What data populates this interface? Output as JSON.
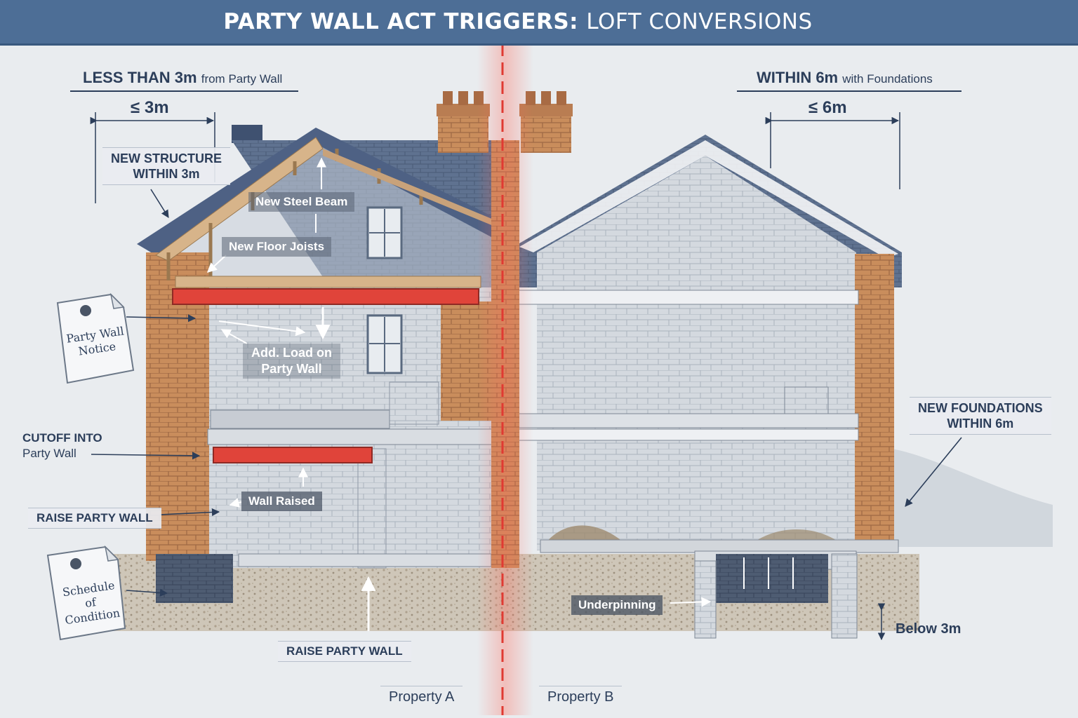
{
  "header": {
    "title_bold": "PARTY WALL ACT TRIGGERS:",
    "title_light": "LOFT CONVERSIONS"
  },
  "left_rule": {
    "heading_big": "LESS THAN 3m",
    "heading_small": "from Party Wall",
    "dimension": "≤ 3m"
  },
  "right_rule": {
    "heading_big": "WITHIN 6m",
    "heading_small": "with Foundations",
    "dimension": "≤ 6m"
  },
  "callouts": {
    "new_structure_line1": "NEW STRUCTURE",
    "new_structure_line2": "WITHIN 3m",
    "steel_beam": "New Steel Beam",
    "floor_joists": "New Floor Joists",
    "add_load_line1": "Add. Load on",
    "add_load_line2": "Party Wall",
    "cutoff_line1": "CUTOFF INTO",
    "cutoff_line2": "Party Wall",
    "wall_raised": "Wall Raised",
    "raise_party_wall_side": "RAISE PARTY WALL",
    "raise_party_wall_bottom": "RAISE PARTY WALL",
    "new_foundations_line1": "NEW FOUNDATIONS",
    "new_foundations_line2": "WITHIN 6m",
    "underpinning": "Underpinning",
    "below": "Below 3m"
  },
  "documents": {
    "notice_line1": "Party Wall",
    "notice_line2": "Notice",
    "schedule_line1": "Schedule",
    "schedule_line2": "of",
    "schedule_line3": "Condition"
  },
  "properties": {
    "a": "Property A",
    "b": "Property B"
  },
  "colors": {
    "header": "#4d6e96",
    "brick": "#c98d5c",
    "block": "#d3d8de",
    "roof_slate": "#5c6f8e",
    "steel_beam": "#e0443a",
    "party_line": "#e03a32",
    "timber": "#d7b48a",
    "text": "#2c3e5a"
  }
}
